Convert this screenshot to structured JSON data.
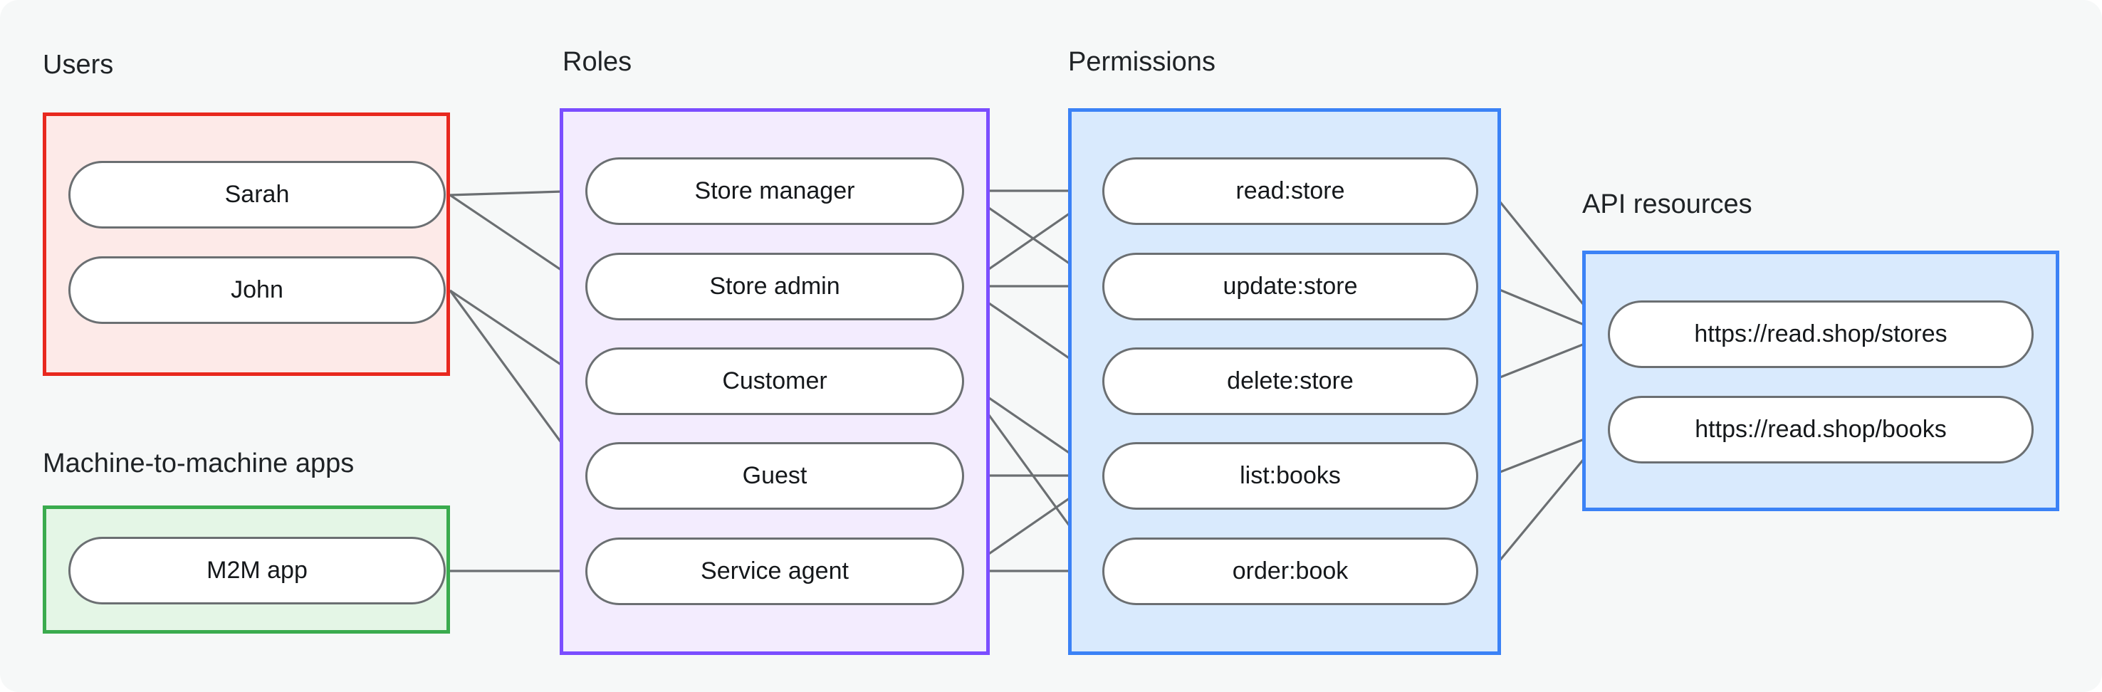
{
  "diagram": {
    "title_users": "Users",
    "title_roles": "Roles",
    "title_permissions": "Permissions",
    "title_m2m": "Machine-to-machine apps",
    "title_api": "API resources",
    "colors": {
      "background": "#f6f8f8",
      "users_border": "#e8281e",
      "users_fill": "#fdeae8",
      "roles_border": "#7b4dff",
      "roles_fill": "#f3ecfe",
      "permissions_border": "#3b82f6",
      "permissions_fill": "#d9eafd",
      "m2m_border": "#3aab4e",
      "m2m_fill": "#e4f6e6",
      "api_border": "#3b82f6",
      "api_fill": "#d9eafd",
      "node_border": "#6b6f72",
      "node_fill": "#ffffff",
      "edge": "#6b6f72",
      "text": "#15181b"
    },
    "groups": {
      "users": {
        "label": "Users",
        "nodes": [
          {
            "id": "sarah",
            "label": "Sarah"
          },
          {
            "id": "john",
            "label": "John"
          }
        ]
      },
      "m2m": {
        "label": "Machine-to-machine apps",
        "nodes": [
          {
            "id": "m2m_app",
            "label": "M2M app"
          }
        ]
      },
      "roles": {
        "label": "Roles",
        "nodes": [
          {
            "id": "store_manager",
            "label": "Store manager"
          },
          {
            "id": "store_admin",
            "label": "Store admin"
          },
          {
            "id": "customer",
            "label": "Customer"
          },
          {
            "id": "guest",
            "label": "Guest"
          },
          {
            "id": "service_agent",
            "label": "Service agent"
          }
        ]
      },
      "permissions": {
        "label": "Permissions",
        "nodes": [
          {
            "id": "read_store",
            "label": "read:store"
          },
          {
            "id": "update_store",
            "label": "update:store"
          },
          {
            "id": "delete_store",
            "label": "delete:store"
          },
          {
            "id": "list_books",
            "label": "list:books"
          },
          {
            "id": "order_book",
            "label": "order:book"
          }
        ]
      },
      "api": {
        "label": "API resources",
        "nodes": [
          {
            "id": "res_stores",
            "label": "https://read.shop/stores"
          },
          {
            "id": "res_books",
            "label": "https://read.shop/books"
          }
        ]
      }
    },
    "edges": [
      {
        "from": "sarah",
        "to": "store_manager"
      },
      {
        "from": "sarah",
        "to": "store_admin"
      },
      {
        "from": "john",
        "to": "customer"
      },
      {
        "from": "john",
        "to": "guest"
      },
      {
        "from": "m2m_app",
        "to": "service_agent"
      },
      {
        "from": "store_manager",
        "to": "read_store"
      },
      {
        "from": "store_manager",
        "to": "update_store"
      },
      {
        "from": "store_admin",
        "to": "read_store"
      },
      {
        "from": "store_admin",
        "to": "update_store"
      },
      {
        "from": "store_admin",
        "to": "delete_store"
      },
      {
        "from": "customer",
        "to": "list_books"
      },
      {
        "from": "customer",
        "to": "order_book"
      },
      {
        "from": "guest",
        "to": "list_books"
      },
      {
        "from": "service_agent",
        "to": "list_books"
      },
      {
        "from": "service_agent",
        "to": "order_book"
      },
      {
        "from": "read_store",
        "to": "res_stores"
      },
      {
        "from": "update_store",
        "to": "res_stores"
      },
      {
        "from": "delete_store",
        "to": "res_stores"
      },
      {
        "from": "list_books",
        "to": "res_books"
      },
      {
        "from": "order_book",
        "to": "res_books"
      }
    ]
  }
}
